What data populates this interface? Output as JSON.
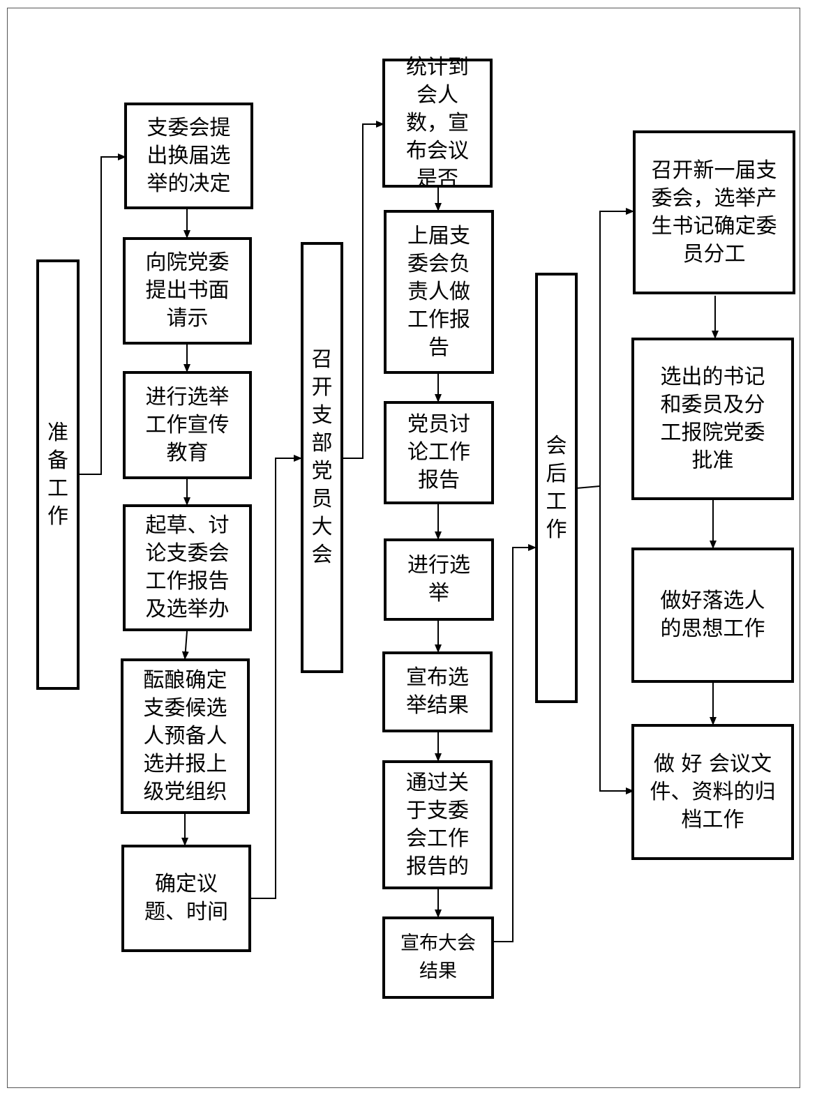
{
  "stages": {
    "prep": "准备工作",
    "meeting": "召开支部党员大会",
    "after": "会后工作"
  },
  "prep_steps": [
    "支委会提出换届选举的决定",
    "向院党委提出书面请示",
    "进行选举工作宣传教育",
    "起草、讨论支委会工作报告及选举办",
    "酝酿确定支委候选人预备人选并报上级党组织",
    "确定议题、时间"
  ],
  "meeting_steps": [
    "统计到会人数，宣布会议是否",
    "上届支委会负责人做工作报告",
    "党员讨论工作报告",
    "进行选举",
    "宣布选举结果",
    "通过关于支委会工作报告的",
    "宣布大会结果"
  ],
  "after_steps": [
    "召开新一届支委会，选举产生书记确定委员分工",
    "选出的书记和委员及分工报院党委批准",
    "做好落选人的思想工作",
    "做 好 会议文件、资料的归档工作"
  ]
}
